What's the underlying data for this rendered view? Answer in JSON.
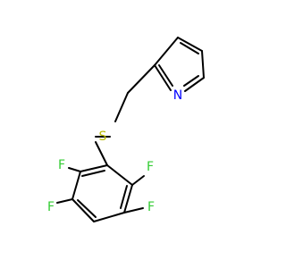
{
  "molecule": {
    "atoms": {
      "nitrogen": {
        "symbol": "N",
        "color": "#0000ff"
      },
      "sulfur": {
        "symbol": "S",
        "color": "#b8b800"
      },
      "fluorine_top_left": {
        "symbol": "F",
        "color": "#33cc33"
      },
      "fluorine_top_right": {
        "symbol": "F",
        "color": "#33cc33"
      },
      "fluorine_bottom_left": {
        "symbol": "F",
        "color": "#33cc33"
      },
      "fluorine_bottom_right": {
        "symbol": "F",
        "color": "#33cc33"
      }
    },
    "bond_color": "#000000",
    "background": "#ffffff"
  }
}
